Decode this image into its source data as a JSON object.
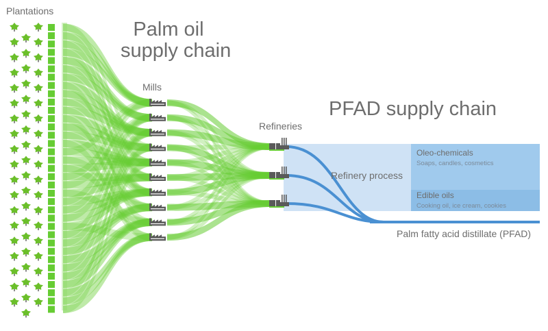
{
  "titles": {
    "palm_oil": "Palm oil supply chain",
    "palm_oil_line1": "Palm oil",
    "palm_oil_line2": "supply chain",
    "pfad": "PFAD supply chain"
  },
  "stages": {
    "plantations": "Plantations",
    "mills": "Mills",
    "refineries": "Refineries",
    "refinery_process": "Refinery process"
  },
  "products": [
    {
      "name": "Oleo-chemicals",
      "examples": "Soaps, candles, cosmetics"
    },
    {
      "name": "Edible oils",
      "examples": "Cooking oil, ice cream, cookies"
    },
    {
      "name": "Palm fatty acid distillate (PFAD)"
    }
  ],
  "counts": {
    "plantation_squares": 35,
    "palm_tree_columns": 3,
    "mills": 10,
    "refineries": 3
  },
  "icons": {
    "plantation": "palm-tree-icon",
    "mill": "factory-icon",
    "refinery": "refinery-icon"
  },
  "colors": {
    "green": "#66cc33",
    "green_light": "#8fd968",
    "tree_green": "#6bbf2a",
    "trunk": "#8a8a8a",
    "factory": "#5a5a5a",
    "blue_line": "#4a90d2",
    "process_bg": "#cfe2f5",
    "oleo_bg": "#9dc8ec",
    "edible_bg": "#8bbde6",
    "text": "#6d6d6d"
  }
}
